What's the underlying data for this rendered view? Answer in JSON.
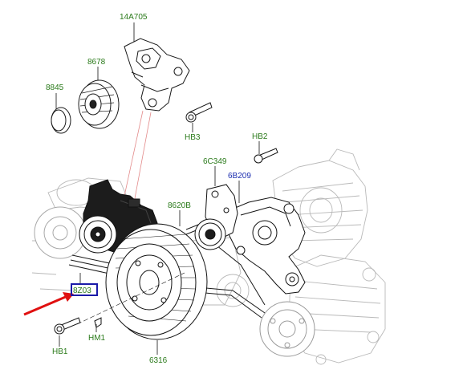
{
  "colors": {
    "label_default": "#2a7a1a",
    "label_link": "#1d2fb0",
    "line": "#111111",
    "ghost": "#b8b8b8",
    "red": "#e01010",
    "highlight": "#1a1aa8"
  },
  "labels": {
    "l_14A705": "14A705",
    "l_8678": "8678",
    "l_8845": "8845",
    "l_HB3": "HB3",
    "l_HB2": "HB2",
    "l_6C349": "6C349",
    "l_6B209": "6B209",
    "l_8620B": "8620B",
    "l_8Z03": "8Z03",
    "l_HB1": "HB1",
    "l_HM1": "HM1",
    "l_6316": "6316"
  }
}
